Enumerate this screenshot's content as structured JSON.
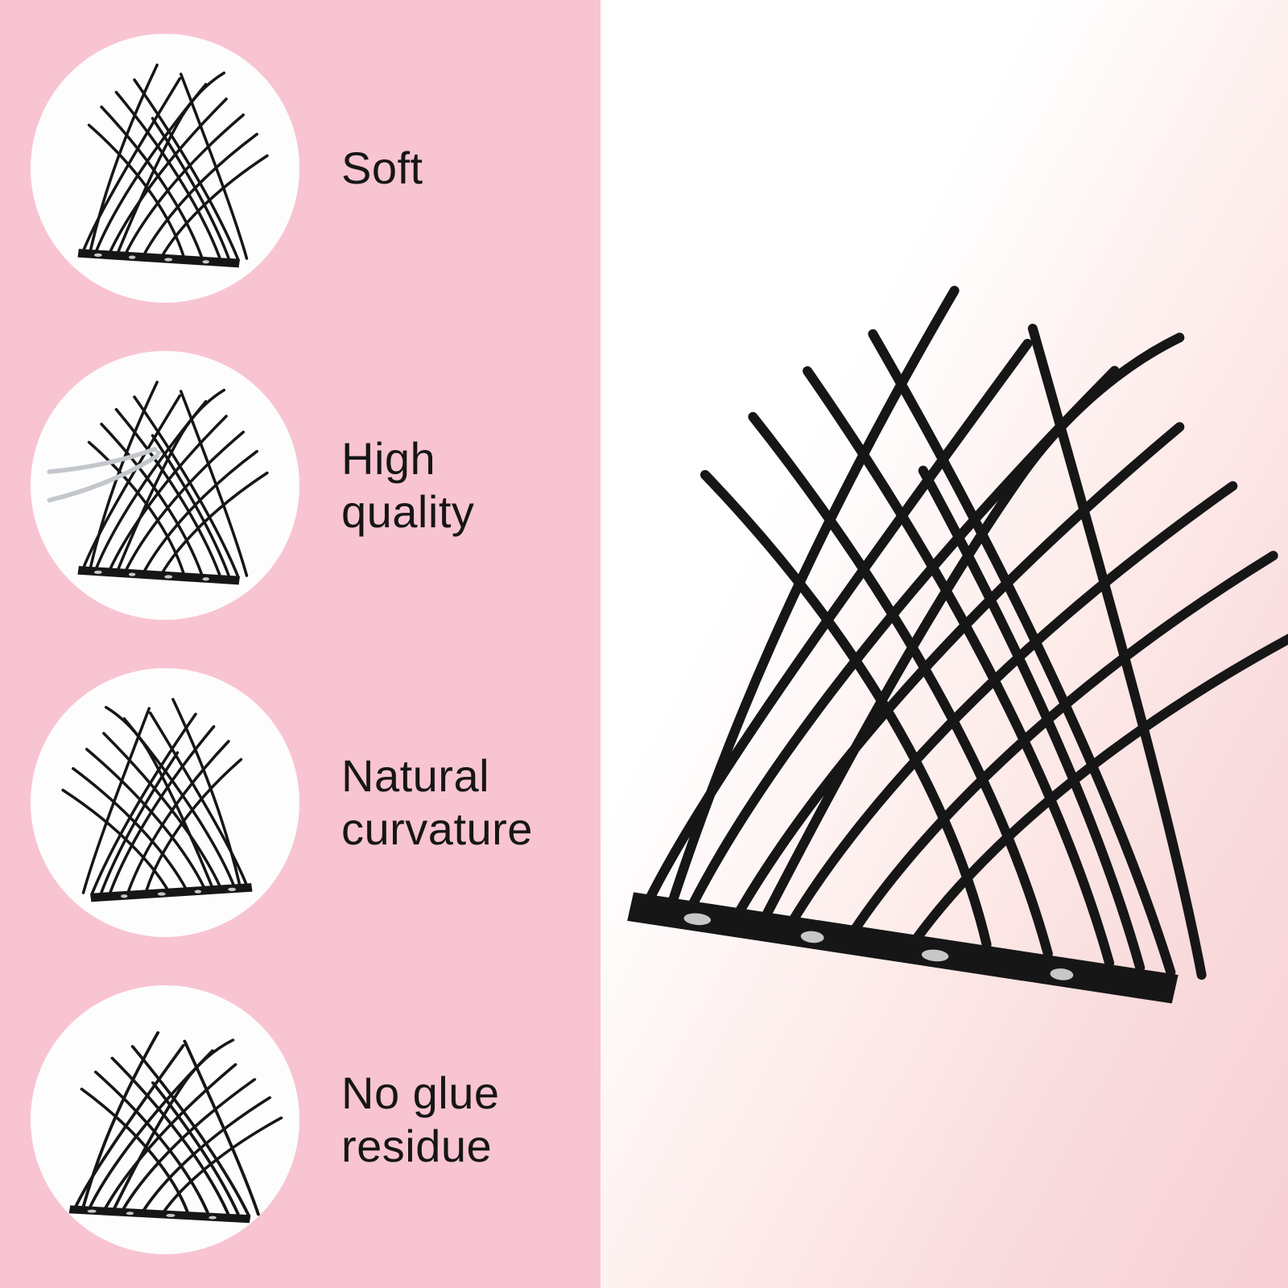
{
  "page": {
    "type": "product-feature-image",
    "subject": "false eyelash clusters"
  },
  "colors": {
    "panel_pink": "#f8c4d2",
    "hero_gradient_white": "#ffffff",
    "hero_gradient_pink": "#f6ced4",
    "circle_background": "#fdfdfe",
    "lash_black": "#161616",
    "text_black": "#161616",
    "tweezer_gray": "#c3c7cc"
  },
  "features": [
    {
      "label": "Soft",
      "icon": "lash-cluster-photo"
    },
    {
      "label": "High quality",
      "icon": "lash-cluster-tweezers-photo"
    },
    {
      "label": "Natural curvature",
      "icon": "lash-cluster-spiky-photo"
    },
    {
      "label": "No glue residue",
      "icon": "lash-cluster-band-photo"
    }
  ],
  "hero": {
    "icon": "lash-cluster-hero-photo"
  }
}
